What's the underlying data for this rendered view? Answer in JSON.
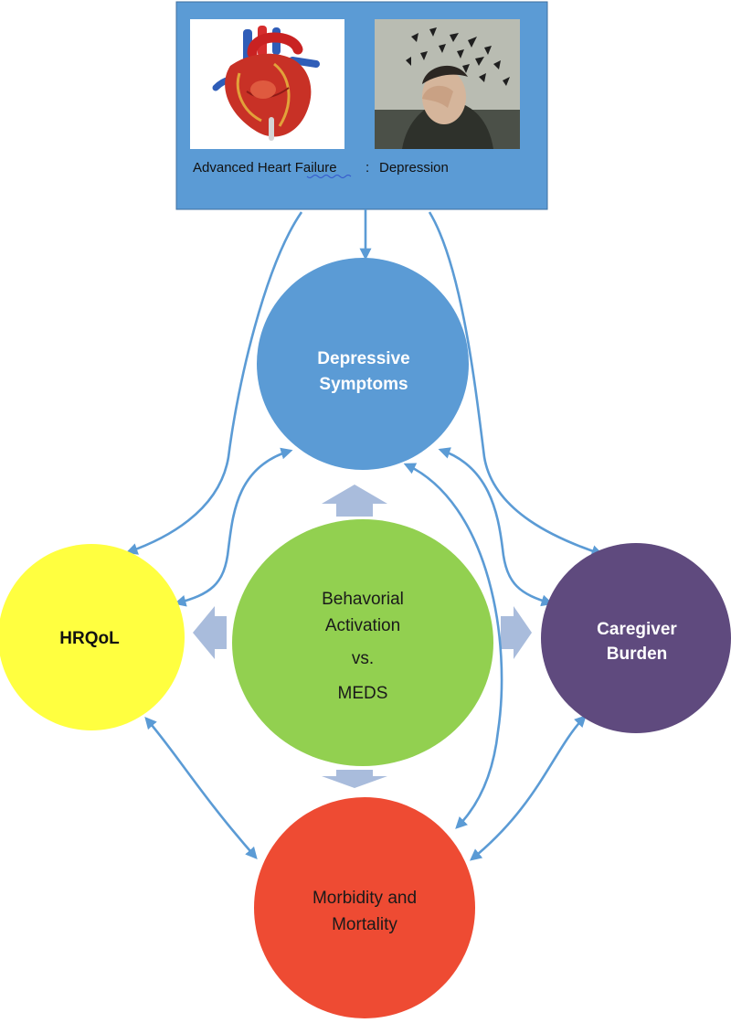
{
  "header": {
    "caption_left": "Advanced Heart Failure",
    "caption_sep": ":",
    "caption_right": "Depression",
    "image_left_icon": "anatomical-heart-icon",
    "image_right_icon": "distressed-man-dispersing-icon"
  },
  "nodes": {
    "depressive": {
      "line1": "Depressive",
      "line2": "Symptoms",
      "color": "#5b9bd5"
    },
    "intervention": {
      "line1": "Behavorial",
      "line2": "Activation",
      "line3": "vs.",
      "line4": "MEDS",
      "color": "#92d050"
    },
    "hrqol": {
      "line1": "HRQoL",
      "color": "#ffff40"
    },
    "caregiver": {
      "line1": "Caregiver",
      "line2": "Burden",
      "color": "#5f4a7e"
    },
    "morbidity": {
      "line1": "Morbidity and",
      "line2": "Mortality",
      "color": "#ee4b33"
    }
  },
  "colors": {
    "header_bg": "#5b9bd5",
    "arrow": "#5b9bd5",
    "block_arrow": "#a9bcdc"
  }
}
